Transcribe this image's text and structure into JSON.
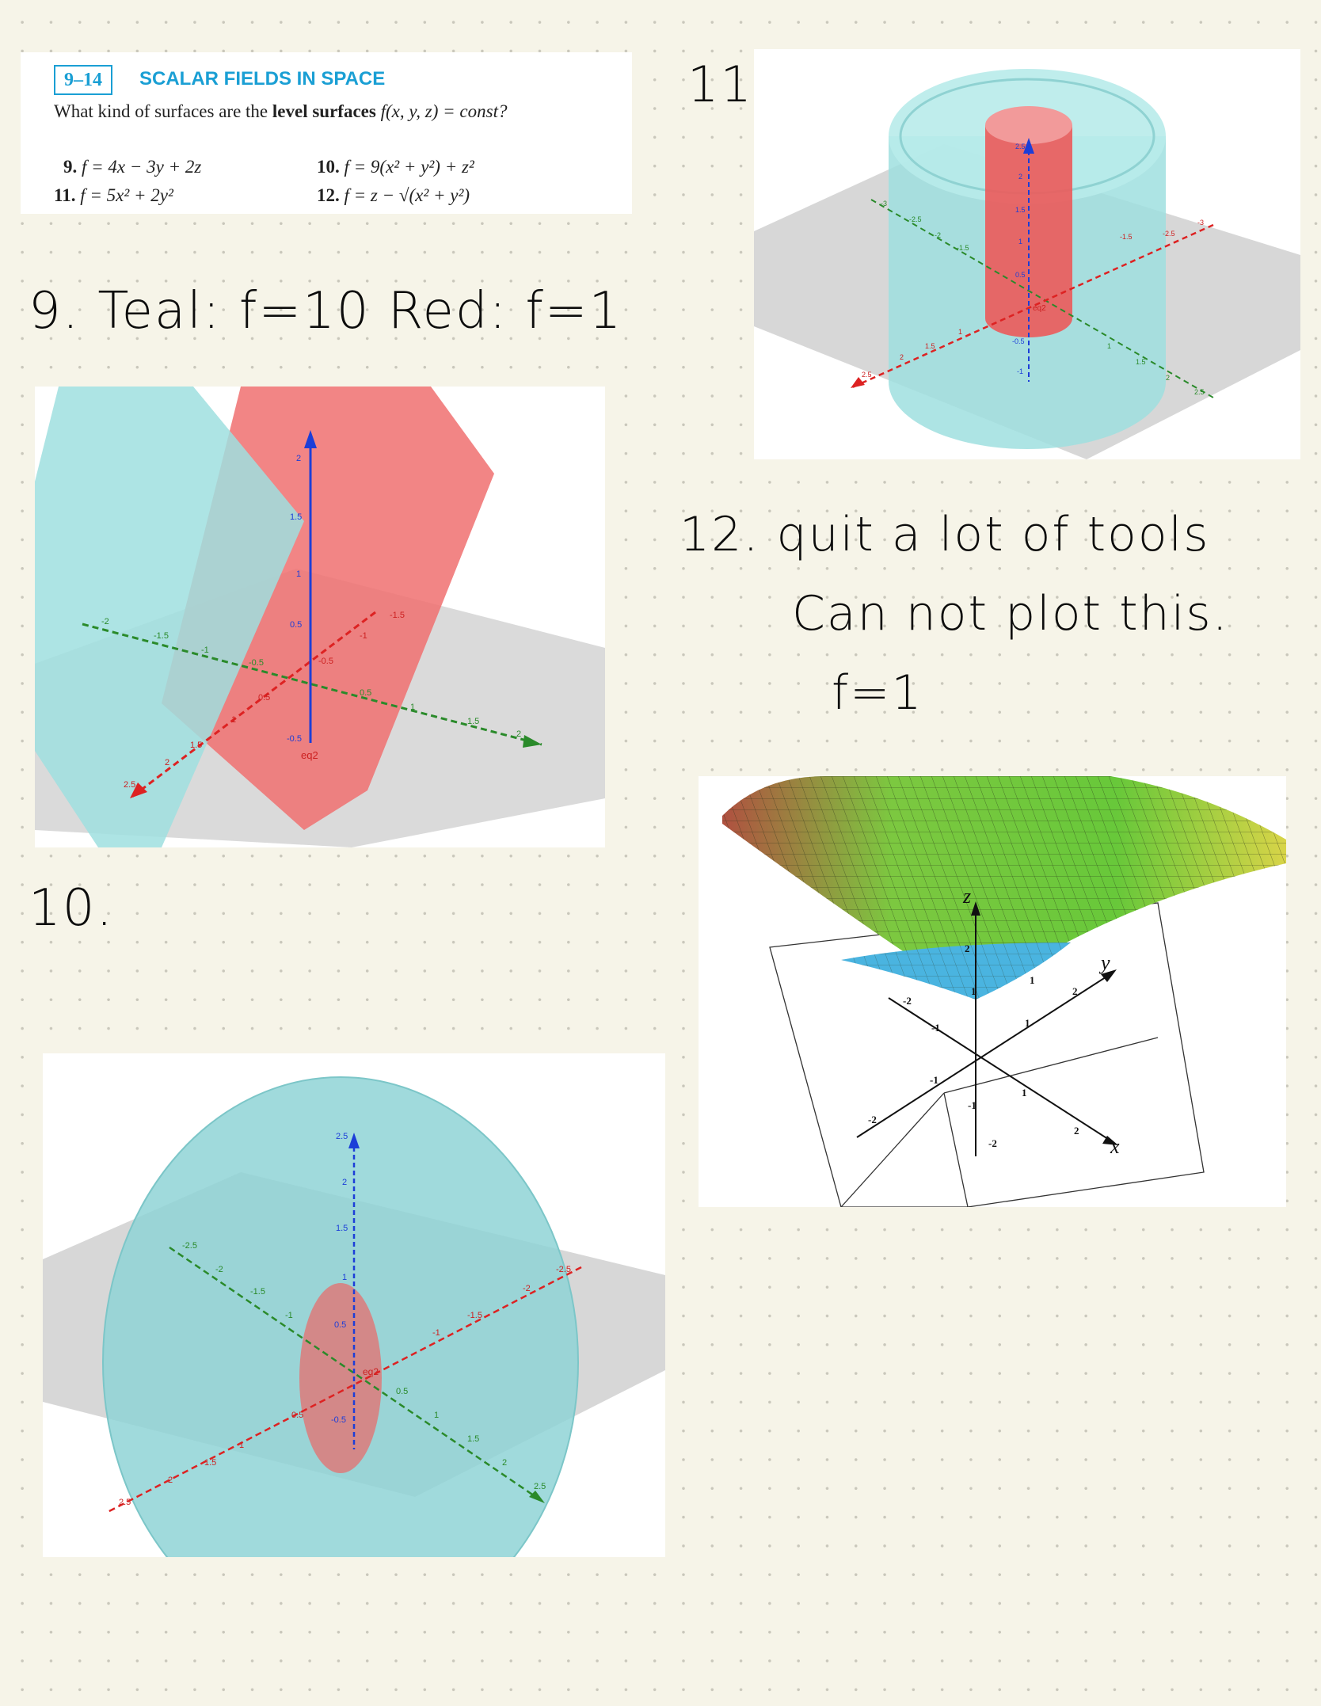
{
  "textbook": {
    "section": "9–14",
    "title": "SCALAR FIELDS IN SPACE",
    "question_prefix": "What kind of surfaces are the",
    "question_bold": "level surfaces",
    "question_suffix": "f(x, y, z) = const?",
    "exercises": [
      {
        "num": "9.",
        "expr": "f = 4x − 3y + 2z"
      },
      {
        "num": "10.",
        "expr": "f = 9(x² + y²) + z²"
      },
      {
        "num": "11.",
        "expr": "f = 5x² + 2y²"
      },
      {
        "num": "12.",
        "expr": "f = z − √(x² + y²)"
      }
    ]
  },
  "notes": {
    "label_11": "11.",
    "label_9": "9.  Teal: f=10   Red: f=1",
    "label_12_line1": "12. quit a lot of tools",
    "label_12_line2": "Can not plot this.",
    "label_12_line3": "f=1",
    "label_10": "10."
  },
  "plot9": {
    "z_ticks": [
      "2",
      "1.5",
      "1",
      "0.5",
      "-0.5"
    ],
    "x_ticks": [
      "2.5",
      "2",
      "1.5",
      "1",
      "0.5",
      "-0.5",
      "-1",
      "-1.5"
    ],
    "y_ticks": [
      "-2",
      "-1.5",
      "-1",
      "-0.5",
      "0.5",
      "1",
      "1.5",
      "2"
    ],
    "label": "eq2",
    "colors": {
      "teal": "#9fdfdf",
      "red": "#f07070"
    }
  },
  "plot11": {
    "z_ticks": [
      "2.5",
      "2",
      "1.5",
      "1",
      "0.5",
      "-0.5",
      "-1"
    ],
    "x_ticks": [
      "2.5",
      "2",
      "1.5",
      "1"
    ],
    "y_ticks": [
      "-3",
      "-2.5",
      "-2",
      "-1.5",
      "1",
      "1.5",
      "2",
      "2.5"
    ],
    "r_ticks": [
      "-2.5",
      "-3",
      "-1.5"
    ],
    "label": "eq2"
  },
  "plot10": {
    "z_ticks": [
      "2.5",
      "2",
      "1.5",
      "1",
      "0.5",
      "-0.5"
    ],
    "x_ticks": [
      "2.5",
      "2",
      "1.5",
      "1",
      "0.5",
      "-1",
      "-1.5",
      "-2",
      "-2.5"
    ],
    "y_ticks": [
      "-2.5",
      "-2",
      "-1.5",
      "-1",
      "0.5",
      "1",
      "1.5",
      "2",
      "2.5"
    ],
    "label": "eq2"
  },
  "plot12": {
    "axis_x": "x",
    "axis_y": "y",
    "axis_z": "z",
    "ticks": [
      "2",
      "1",
      "-2",
      "-1",
      "1",
      "-1",
      "2",
      "-2",
      "1",
      "-1",
      "2",
      "1",
      "-2",
      "2"
    ]
  }
}
